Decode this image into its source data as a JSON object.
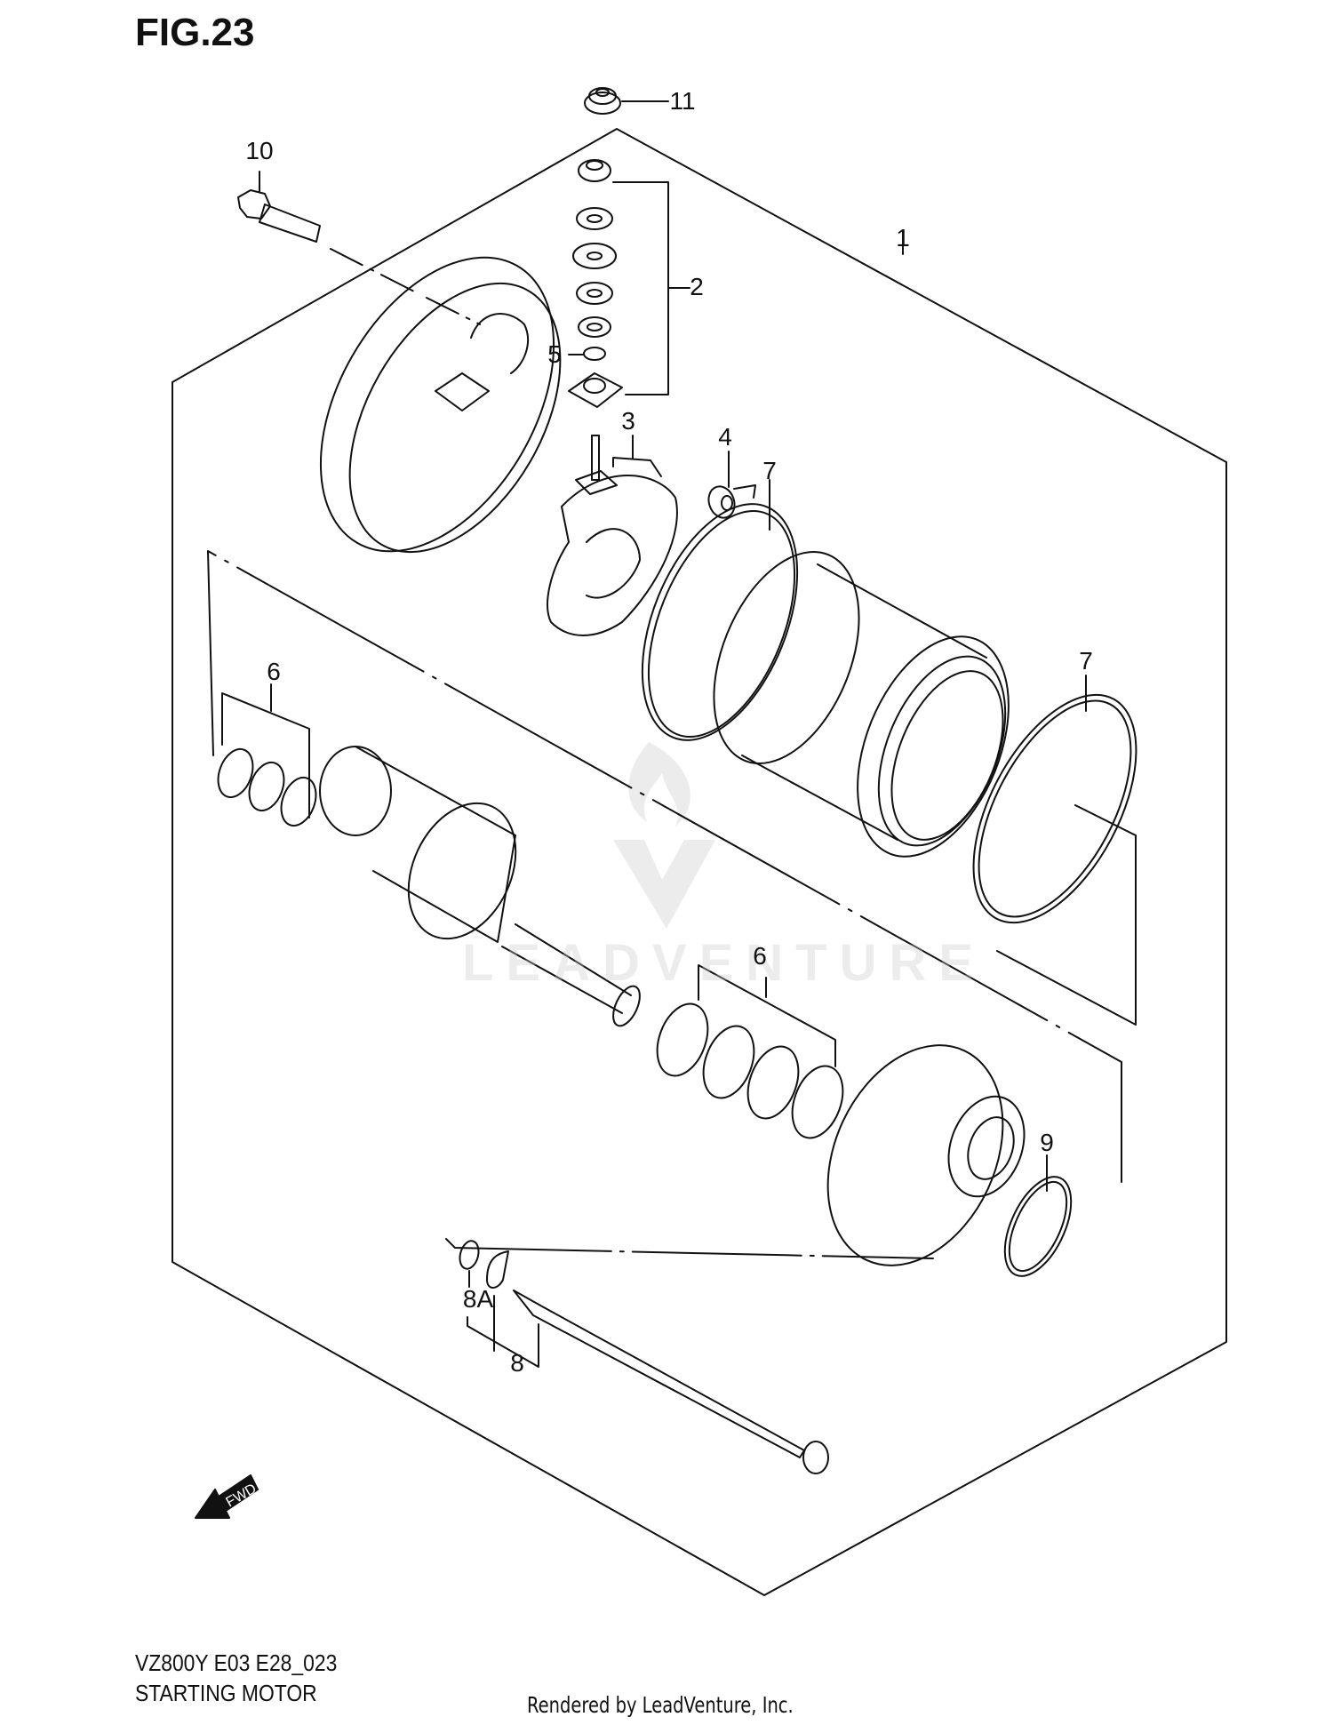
{
  "figure": {
    "title": "FIG.23",
    "model_code": "VZ800Y E03 E28_023",
    "assembly_name": "STARTING MOTOR",
    "rendered_by": "Rendered by LeadVenture, Inc.",
    "watermark": "LEADVENTURE",
    "fwd_label": "FWD"
  },
  "callouts": [
    {
      "id": "1",
      "label": "1",
      "part": "starting-motor-assembly"
    },
    {
      "id": "2",
      "label": "2",
      "part": "terminal-nut-washer-set"
    },
    {
      "id": "3",
      "label": "3",
      "part": "brush-holder-plate"
    },
    {
      "id": "4",
      "label": "4",
      "part": "brush-spring"
    },
    {
      "id": "5",
      "label": "5",
      "part": "o-ring-terminal"
    },
    {
      "id": "6a",
      "label": "6",
      "part": "washer-set-rear"
    },
    {
      "id": "6b",
      "label": "6",
      "part": "washer-set-front"
    },
    {
      "id": "7a",
      "label": "7",
      "part": "o-ring-yoke-rear"
    },
    {
      "id": "7b",
      "label": "7",
      "part": "o-ring-yoke-front"
    },
    {
      "id": "8",
      "label": "8",
      "part": "housing-bolt-set"
    },
    {
      "id": "8A",
      "label": "8A",
      "part": "washer-8a"
    },
    {
      "id": "9",
      "label": "9",
      "part": "o-ring-housing"
    },
    {
      "id": "10",
      "label": "10",
      "part": "mounting-bolt"
    },
    {
      "id": "11",
      "label": "11",
      "part": "terminal-nut"
    }
  ]
}
